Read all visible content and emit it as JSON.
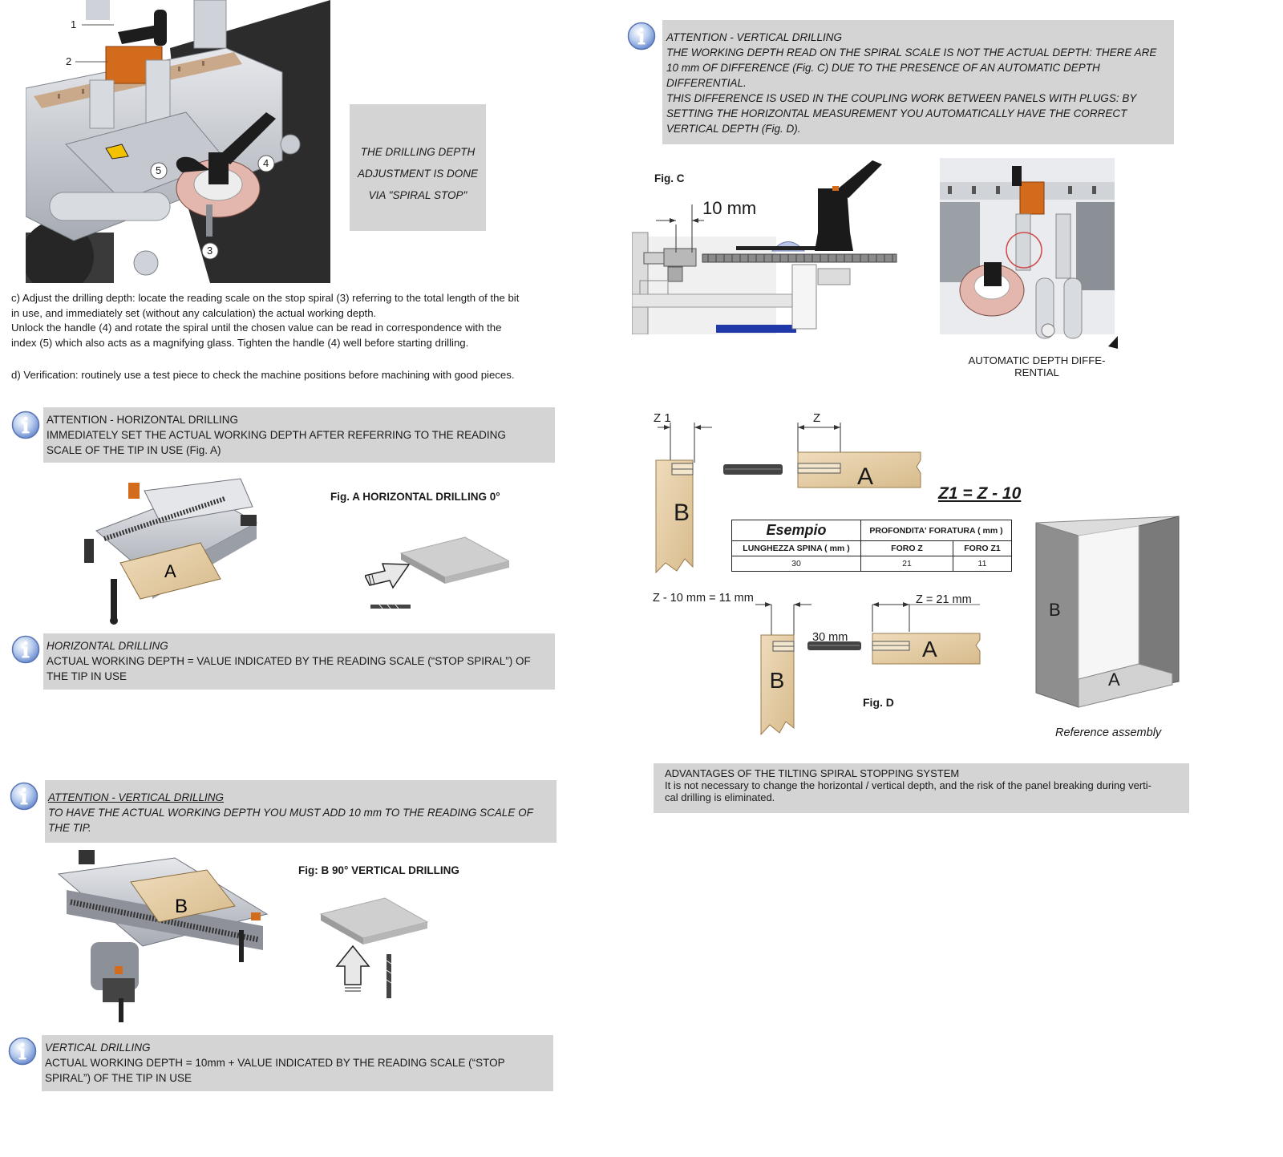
{
  "top_left": {
    "callouts": [
      "1",
      "2",
      "3",
      "4",
      "5"
    ],
    "spiral_box": [
      "THE DRILLING DEPTH",
      "ADJUSTMENT IS DONE",
      "VIA \"SPIRAL STOP\""
    ]
  },
  "para_c": [
    "c) Adjust the drilling depth: locate the reading scale on the stop spiral (3) referring to the total length of the bit",
    "in use, and immediately set (without any calculation) the actual working depth.",
    "Unlock the handle (4) and rotate the spiral until the chosen value can be read in correspondence with the",
    "index (5) which also acts as a magnifying glass. Tighten the handle (4) well before starting drilling."
  ],
  "para_d": "d) Verification: routinely use a test piece to check the machine positions before machining with good pieces.",
  "note_horiz_attention": {
    "title": "ATTENTION - HORIZONTAL DRILLING",
    "lines": [
      "IMMEDIATELY SET THE ACTUAL WORKING DEPTH AFTER REFERRING TO THE READING",
      "SCALE OF THE TIP IN USE (Fig. A)"
    ]
  },
  "fig_a": {
    "label": "Fig. A HORIZONTAL DRILLING 0°",
    "panel_letter": "A"
  },
  "note_horiz": {
    "title": "HORIZONTAL DRILLING",
    "lines": [
      "ACTUAL WORKING DEPTH = VALUE INDICATED BY THE READING SCALE (“STOP SPIRAL”) OF",
      "THE TIP IN USE"
    ]
  },
  "note_vert_attention": {
    "title": "ATTENTION - VERTICAL DRILLING",
    "lines": [
      "TO HAVE THE ACTUAL WORKING DEPTH YOU MUST ADD 10 mm TO THE READING SCALE OF",
      "THE TIP."
    ]
  },
  "fig_b": {
    "label": "Fig: B 90° VERTICAL DRILLING",
    "panel_letter": "B"
  },
  "note_vert": {
    "title": "VERTICAL DRILLING",
    "lines": [
      "ACTUAL WORKING DEPTH = 10mm + VALUE INDICATED BY THE READING SCALE (“STOP",
      "SPIRAL”) OF THE TIP IN USE"
    ]
  },
  "note_right_attention": {
    "title": "ATTENTION - VERTICAL DRILLING",
    "lines": [
      "THE WORKING DEPTH READ ON THE SPIRAL SCALE IS NOT THE ACTUAL DEPTH: THERE ARE",
      "10 mm OF DIFFERENCE (Fig. C) DUE TO THE PRESENCE OF AN AUTOMATIC DEPTH",
      "DIFFERENTIAL.",
      "THIS DIFFERENCE IS USED IN THE COUPLING WORK BETWEEN PANELS WITH PLUGS: BY",
      "SETTING THE HORIZONTAL MEASUREMENT YOU AUTOMATICALLY HAVE THE CORRECT",
      "VERTICAL DEPTH (Fig. D)."
    ]
  },
  "fig_c": {
    "label": "Fig. C",
    "dimension": "10 mm",
    "caption_lines": [
      "AUTOMATIC DEPTH DIFFE-",
      "RENTIAL"
    ]
  },
  "fig_d": {
    "z1": "Z 1",
    "z": "Z",
    "letter_a": "A",
    "letter_b": "B",
    "formula": "Z1 = Z - 10",
    "table": {
      "example": "Esempio",
      "header_right": "PROFONDITA' FORATURA ( mm )",
      "col1": "LUNGHEZZA SPINA ( mm )",
      "col2": "FORO Z",
      "col3": "FORO Z1",
      "row": [
        "30",
        "21",
        "11"
      ]
    },
    "z1_value": "Z - 10 mm = 11 mm",
    "z_value": "Z = 21 mm",
    "dowel": "30 mm",
    "label": "Fig. D"
  },
  "reference": {
    "caption": "Reference assembly",
    "letter_a": "A",
    "letter_b": "B"
  },
  "advantages": {
    "title": "ADVANTAGES OF THE TILTING SPIRAL STOPPING SYSTEM",
    "lines": [
      "It is not necessary to change the horizontal / vertical depth, and the risk of the panel breaking during verti-",
      "cal drilling is eliminated."
    ]
  }
}
